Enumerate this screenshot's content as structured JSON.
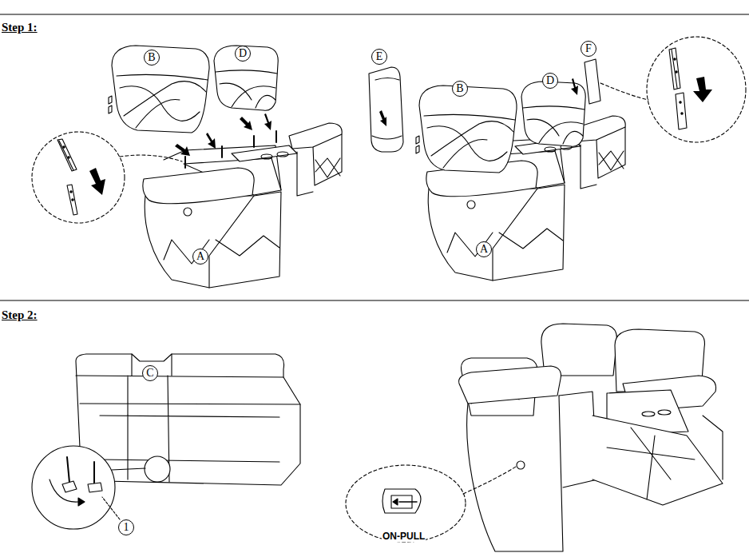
{
  "diagram": {
    "nodes": [
      {
        "text": [
          "B"
        ]
      },
      {
        "text": [
          "D"
        ]
      },
      {
        "text": [
          "A"
        ]
      },
      {
        "text": [
          "E"
        ]
      },
      {
        "text": [
          "F"
        ]
      },
      {
        "text": [
          "B"
        ]
      },
      {
        "text": [
          "D"
        ]
      },
      {
        "text": [
          "A"
        ]
      },
      {
        "text": [
          "C"
        ]
      },
      {
        "text": [
          "1"
        ]
      }
    ],
    "labels": [
      "Step 1:",
      "Step 2:",
      "ON-PULL"
    ]
  }
}
